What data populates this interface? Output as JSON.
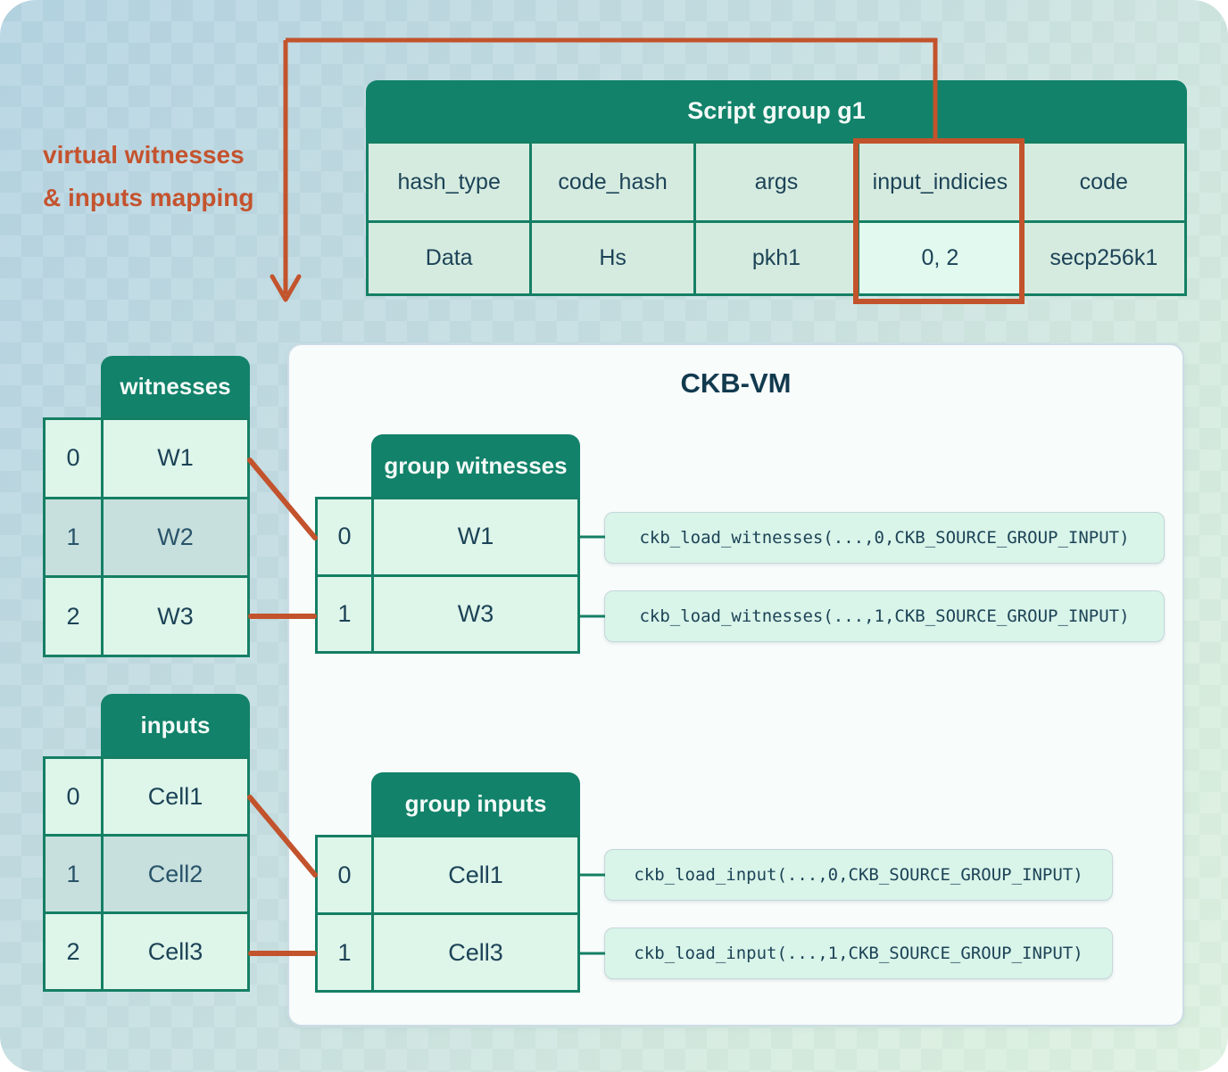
{
  "annotation": {
    "line1": "virtual witnesses",
    "line2": "& inputs mapping"
  },
  "script_group": {
    "title": "Script group g1",
    "columns": [
      "hash_type",
      "code_hash",
      "args",
      "input_indicies",
      "code"
    ],
    "row": [
      "Data",
      "Hs",
      "pkh1",
      "0, 2",
      "secp256k1"
    ],
    "highlighted_column": "input_indicies"
  },
  "vm": {
    "title": "CKB-VM"
  },
  "witnesses": {
    "title": "witnesses",
    "rows": [
      {
        "index": "0",
        "value": "W1"
      },
      {
        "index": "1",
        "value": "W2"
      },
      {
        "index": "2",
        "value": "W3"
      }
    ]
  },
  "group_witnesses": {
    "title": "group witnesses",
    "rows": [
      {
        "index": "0",
        "value": "W1"
      },
      {
        "index": "1",
        "value": "W3"
      }
    ],
    "calls": [
      "ckb_load_witnesses(...,0,CKB_SOURCE_GROUP_INPUT)",
      "ckb_load_witnesses(...,1,CKB_SOURCE_GROUP_INPUT)"
    ]
  },
  "inputs": {
    "title": "inputs",
    "rows": [
      {
        "index": "0",
        "value": "Cell1"
      },
      {
        "index": "1",
        "value": "Cell2"
      },
      {
        "index": "2",
        "value": "Cell3"
      }
    ]
  },
  "group_inputs": {
    "title": "group inputs",
    "rows": [
      {
        "index": "0",
        "value": "Cell1"
      },
      {
        "index": "1",
        "value": "Cell3"
      }
    ],
    "calls": [
      "ckb_load_input(...,0,CKB_SOURCE_GROUP_INPUT)",
      "ckb_load_input(...,1,CKB_SOURCE_GROUP_INPUT)"
    ]
  },
  "colors": {
    "header_green": "#12826a",
    "border_green": "#157f64",
    "accent_orange": "#c2532c",
    "navy": "#1c4356",
    "mint": "#def5ea",
    "muted_row": "#c7e0dd",
    "vm_background": "#f8fcfb"
  }
}
